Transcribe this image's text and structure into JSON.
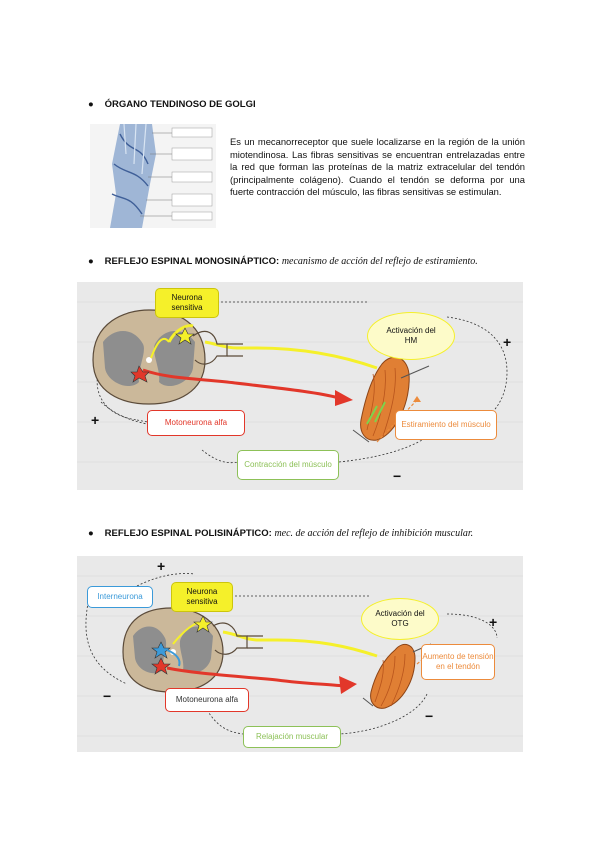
{
  "section1": {
    "bullet": "●",
    "title": "ÓRGANO TENDINOSO DE GOLGI",
    "description": "Es un mecanorreceptor que suele localizarse en la región de la unión miotendinosa. Las fibras sensitivas se encuentran entrelazadas entre la red que forman las proteínas de la matriz extracelular del tendón (principalmente colágeno). Cuando el tendón se deforma por una fuerte contracción del músculo, las fibras sensitivas se estimulan."
  },
  "section2": {
    "bullet": "●",
    "title": "REFLEJO ESPINAL MONOSINÁPTICO:",
    "subtitle": "mecanismo de acción del reflejo de estiramiento.",
    "diagram": {
      "sensory_neuron": "Neurona sensitiva",
      "activation": "Activación del HM",
      "motoneuron": "Motoneurona alfa",
      "stretch": "Estiramiento del músculo",
      "contraction": "Contracción del músculo",
      "plus": "+",
      "minus": "−"
    }
  },
  "section3": {
    "bullet": "●",
    "title": "REFLEJO ESPINAL POLISINÁPTICO:",
    "subtitle": "mec. de acción del reflejo de inhibición muscular.",
    "diagram": {
      "interneuron": "Interneurona",
      "sensory_neuron": "Neurona sensitiva",
      "activation": "Activación del OTG",
      "tension": "Aumento de tensión en el tendón",
      "motoneuron": "Motoneurona alfa",
      "relaxation": "Relajación muscular",
      "plus": "+",
      "minus": "−"
    }
  },
  "colors": {
    "yellow": "#f5f02a",
    "red": "#e2372a",
    "orange": "#ec8b3c",
    "green": "#8dc158",
    "blue": "#3b9ad9"
  }
}
